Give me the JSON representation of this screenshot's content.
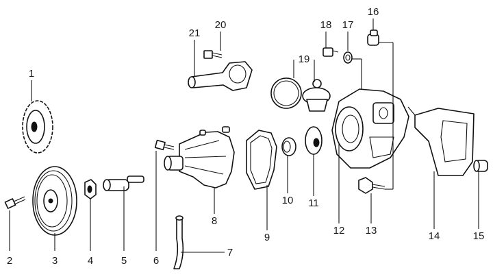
{
  "diagram": {
    "labels": [
      {
        "id": "1",
        "text": "1"
      },
      {
        "id": "2",
        "text": "2"
      },
      {
        "id": "3",
        "text": "3"
      },
      {
        "id": "4",
        "text": "4"
      },
      {
        "id": "5",
        "text": "5"
      },
      {
        "id": "6",
        "text": "6"
      },
      {
        "id": "7",
        "text": "7"
      },
      {
        "id": "8",
        "text": "8"
      },
      {
        "id": "9",
        "text": "9"
      },
      {
        "id": "10",
        "text": "10"
      },
      {
        "id": "11",
        "text": "11"
      },
      {
        "id": "12",
        "text": "12"
      },
      {
        "id": "13",
        "text": "13"
      },
      {
        "id": "14",
        "text": "14"
      },
      {
        "id": "15",
        "text": "15"
      },
      {
        "id": "16",
        "text": "16"
      },
      {
        "id": "17",
        "text": "17"
      },
      {
        "id": "18",
        "text": "18"
      },
      {
        "id": "19",
        "text": "19"
      },
      {
        "id": "20",
        "text": "20"
      },
      {
        "id": "21",
        "text": "21"
      }
    ]
  }
}
